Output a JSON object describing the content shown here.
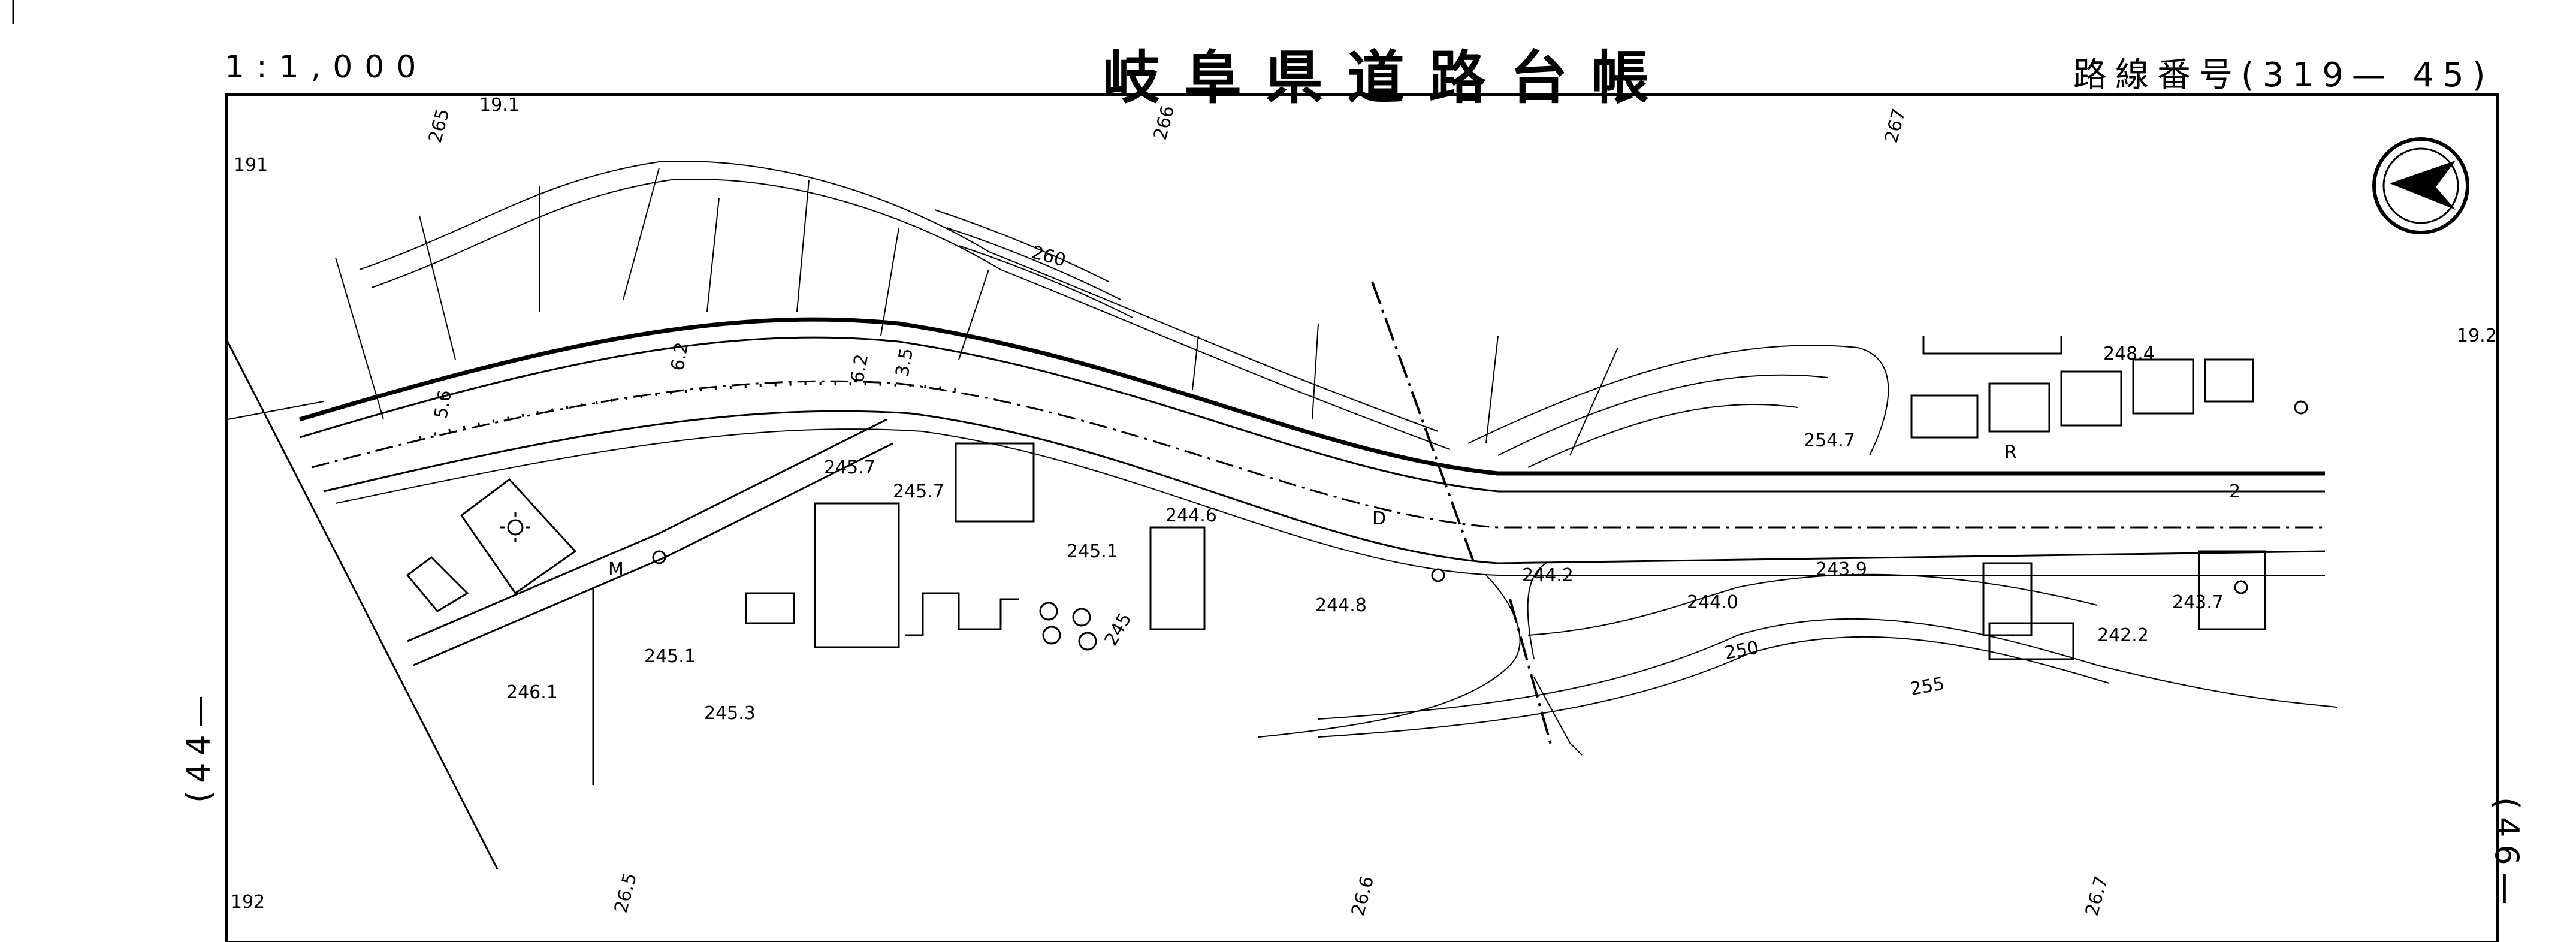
{
  "header": {
    "scale": "1:1,000",
    "title": "岐阜県道路台帳",
    "route_label": "路線番号(319— 45)"
  },
  "side": {
    "left_ref": "(44—",
    "right_ref": "(46—"
  },
  "grid_labels": [
    "265",
    "266",
    "267",
    "19.1",
    "19.2",
    "191",
    "192",
    "26.5",
    "26.6",
    "26.7"
  ],
  "elevations": [
    "245.7",
    "245.7",
    "244.6",
    "245.1",
    "244.8",
    "244.2",
    "244.0",
    "243.9",
    "242.2",
    "243.7",
    "245.1",
    "245.3",
    "246.1",
    "254.7",
    "248.4",
    "260",
    "250",
    "255",
    "245"
  ],
  "road_markers": [
    "5.6",
    "6.2",
    "6.2",
    "3.5",
    "D",
    "R",
    "2",
    "M"
  ],
  "icons": {
    "north_arrow": "north-arrow-icon",
    "sun": "sun-symbol-icon"
  }
}
